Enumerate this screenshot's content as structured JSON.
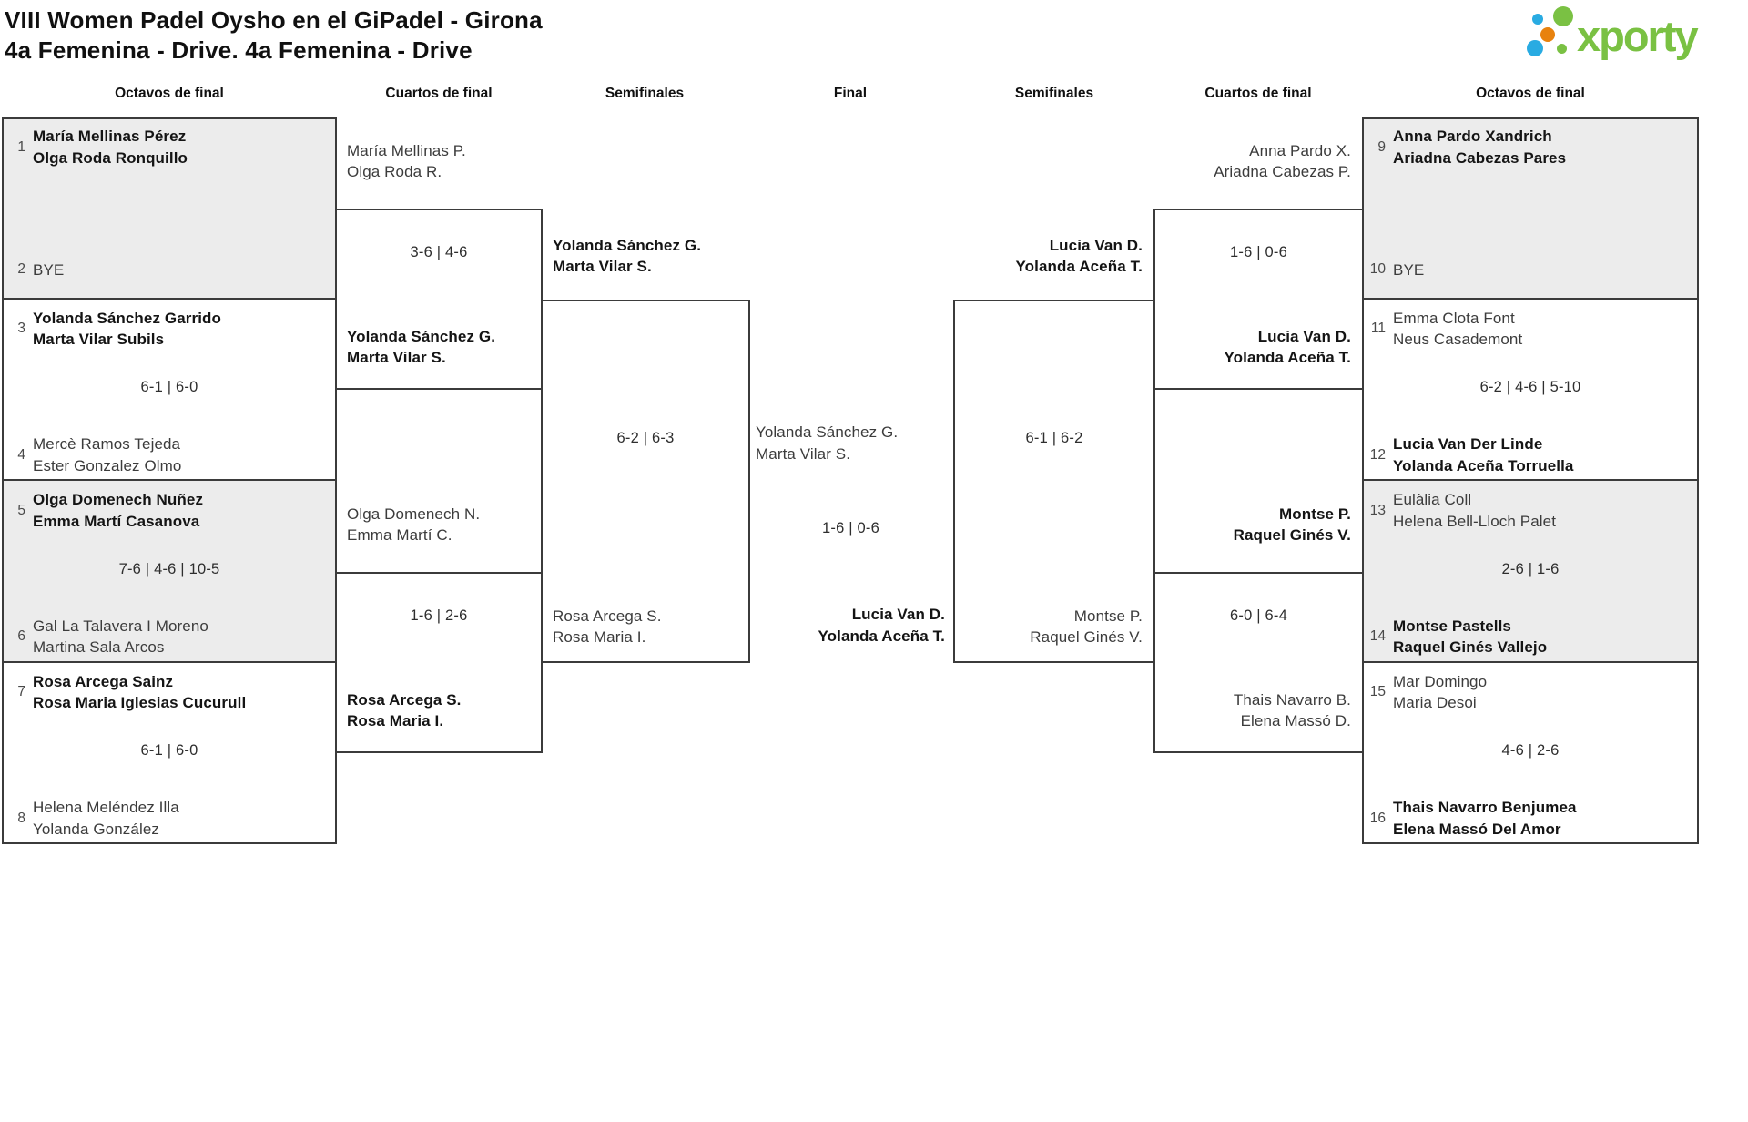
{
  "title": {
    "line1": "VIII Women Padel Oysho en el GiPadel - Girona",
    "line2": "4a Femenina - Drive. 4a Femenina - Drive"
  },
  "logo": {
    "text": "xporty",
    "colors": {
      "green": "#7ac143",
      "orange": "#e8820e",
      "blue": "#29abe2"
    }
  },
  "round_headers": [
    "Octavos de final",
    "Cuartos de final",
    "Semifinales",
    "Final",
    "Semifinales",
    "Cuartos de final",
    "Octavos de final"
  ],
  "colors": {
    "shaded_box": "#ececec",
    "box_border": "#3b3b3b",
    "winner_text": "#141414",
    "normal_text": "#3c3c3c",
    "score_text": "#2e2e2e"
  },
  "bracket": {
    "octavos_left": [
      {
        "seed_top": "1",
        "team_top": [
          "María Mellinas Pérez",
          "Olga Roda Ronquillo"
        ],
        "top_bold": true,
        "seed_bottom": "2",
        "team_bottom": [
          "BYE"
        ],
        "bottom_bold": false,
        "score": "",
        "shaded": true
      },
      {
        "seed_top": "3",
        "team_top": [
          "Yolanda Sánchez Garrido",
          "Marta Vilar Subils"
        ],
        "top_bold": true,
        "seed_bottom": "4",
        "team_bottom": [
          "Mercè Ramos Tejeda",
          "Ester Gonzalez Olmo"
        ],
        "bottom_bold": false,
        "score": "6-1 | 6-0",
        "shaded": false
      },
      {
        "seed_top": "5",
        "team_top": [
          "Olga Domenech Nuñez",
          "Emma Martí Casanova"
        ],
        "top_bold": true,
        "seed_bottom": "6",
        "team_bottom": [
          "Gal La Talavera I Moreno",
          "Martina Sala Arcos"
        ],
        "bottom_bold": false,
        "score": "7-6 | 4-6 | 10-5",
        "shaded": true
      },
      {
        "seed_top": "7",
        "team_top": [
          "Rosa Arcega Sainz",
          "Rosa Maria Iglesias Cucurull"
        ],
        "top_bold": true,
        "seed_bottom": "8",
        "team_bottom": [
          "Helena Meléndez Illa",
          "Yolanda González"
        ],
        "bottom_bold": false,
        "score": "6-1 | 6-0",
        "shaded": false
      }
    ],
    "octavos_right": [
      {
        "seed_top": "9",
        "team_top": [
          "Anna Pardo Xandrich",
          "Ariadna Cabezas Pares"
        ],
        "top_bold": true,
        "seed_bottom": "10",
        "team_bottom": [
          "BYE"
        ],
        "bottom_bold": false,
        "score": "",
        "shaded": true
      },
      {
        "seed_top": "11",
        "team_top": [
          "Emma Clota Font",
          "Neus Casademont"
        ],
        "top_bold": false,
        "seed_bottom": "12",
        "team_bottom": [
          "Lucia Van Der Linde",
          "Yolanda Aceña Torruella"
        ],
        "bottom_bold": true,
        "score": "6-2 | 4-6 | 5-10",
        "shaded": false
      },
      {
        "seed_top": "13",
        "team_top": [
          "Eulàlia Coll",
          "Helena Bell-Lloch Palet"
        ],
        "top_bold": false,
        "seed_bottom": "14",
        "team_bottom": [
          "Montse Pastells",
          "Raquel Ginés Vallejo"
        ],
        "bottom_bold": true,
        "score": "2-6 | 1-6",
        "shaded": true
      },
      {
        "seed_top": "15",
        "team_top": [
          "Mar Domingo",
          "Maria Desoi"
        ],
        "top_bold": false,
        "seed_bottom": "16",
        "team_bottom": [
          "Thais Navarro Benjumea",
          "Elena Massó Del Amor"
        ],
        "bottom_bold": true,
        "score": "4-6 | 2-6",
        "shaded": false
      }
    ],
    "cuartos_left": [
      {
        "team_top": [
          "María Mellinas P.",
          "Olga Roda R."
        ],
        "top_bold": false,
        "team_bottom": [
          "Yolanda Sánchez G.",
          "Marta Vilar S."
        ],
        "bottom_bold": true,
        "score": "3-6 | 4-6"
      },
      {
        "team_top": [
          "Olga Domenech N.",
          "Emma Martí C."
        ],
        "top_bold": false,
        "team_bottom": [
          "Rosa Arcega S.",
          "Rosa Maria I."
        ],
        "bottom_bold": true,
        "score": "1-6 | 2-6"
      }
    ],
    "cuartos_right": [
      {
        "team_top": [
          "Anna Pardo X.",
          "Ariadna Cabezas P."
        ],
        "top_bold": false,
        "team_bottom": [
          "Lucia Van D.",
          "Yolanda Aceña T."
        ],
        "bottom_bold": true,
        "score": "1-6 | 0-6"
      },
      {
        "team_top": [
          "Montse P.",
          "Raquel Ginés V."
        ],
        "top_bold": true,
        "team_bottom": [
          "Thais Navarro B.",
          "Elena Massó D."
        ],
        "bottom_bold": false,
        "score": "6-0 | 6-4"
      }
    ],
    "semifinal_left": {
      "team_top": [
        "Yolanda Sánchez G.",
        "Marta Vilar S."
      ],
      "top_bold": true,
      "team_bottom": [
        "Rosa Arcega S.",
        "Rosa Maria I."
      ],
      "bottom_bold": false,
      "score": "6-2 | 6-3"
    },
    "semifinal_right": {
      "team_top": [
        "Lucia Van D.",
        "Yolanda Aceña T."
      ],
      "top_bold": true,
      "team_bottom": [
        "Montse P.",
        "Raquel Ginés V."
      ],
      "bottom_bold": false,
      "score": "6-1 | 6-2"
    },
    "final": {
      "team_top": [
        "Yolanda Sánchez G.",
        "Marta Vilar S."
      ],
      "top_bold": false,
      "team_bottom": [
        "Lucia Van D.",
        "Yolanda Aceña T."
      ],
      "bottom_bold": true,
      "score": "1-6 | 0-6"
    }
  }
}
